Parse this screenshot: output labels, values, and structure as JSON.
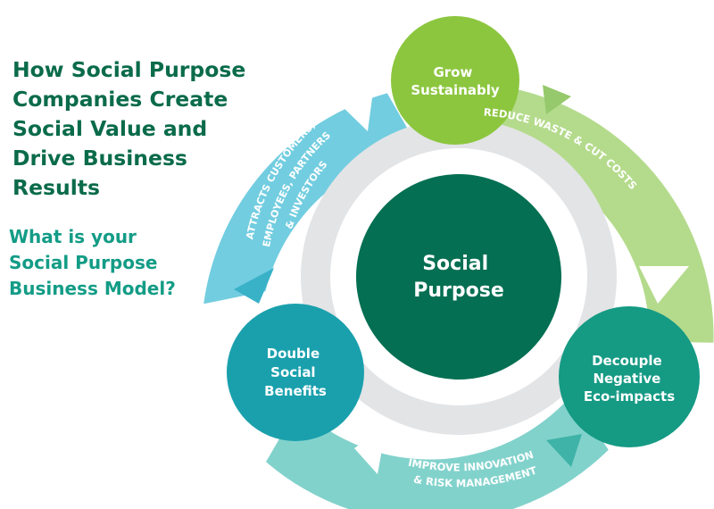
{
  "heading": {
    "lines": [
      "How Social Purpose",
      "Companies Create",
      "Social Value and",
      "Drive Business",
      "Results"
    ]
  },
  "subheading": {
    "lines": [
      "What is your",
      "Social Purpose",
      "Business Model?"
    ]
  },
  "diagram": {
    "center": {
      "lines": [
        "Social",
        "Purpose"
      ]
    },
    "nodes": {
      "top": {
        "lines": [
          "Grow",
          "Sustainably"
        ]
      },
      "right": {
        "lines": [
          "Decouple",
          "Negative",
          "Eco-impacts"
        ]
      },
      "left": {
        "lines": [
          "Double",
          "Social",
          "Benefits"
        ]
      }
    },
    "arcs": {
      "right": {
        "label": "REDUCE WASTE & CUT COSTS"
      },
      "bottom": {
        "lines": [
          "IMPROVE INNOVATION",
          "& RISK MANAGEMENT"
        ]
      },
      "left": {
        "lines": [
          "ATTRACTS CUSTOMERS,",
          "EMPLOYEES, PARTNERS",
          "& INVESTORS"
        ]
      }
    },
    "colors": {
      "title_green": "#0a6b4b",
      "subtitle_teal": "#139c86",
      "center_circle": "#046f52",
      "top_node": "#8cc63f",
      "right_node": "#159a84",
      "left_node": "#1aa0ad",
      "arc_right": "#b4db8c",
      "arc_bottom": "#82d2cc",
      "arc_left": "#72cde0",
      "inner_ring": "#e3e4e6"
    }
  }
}
